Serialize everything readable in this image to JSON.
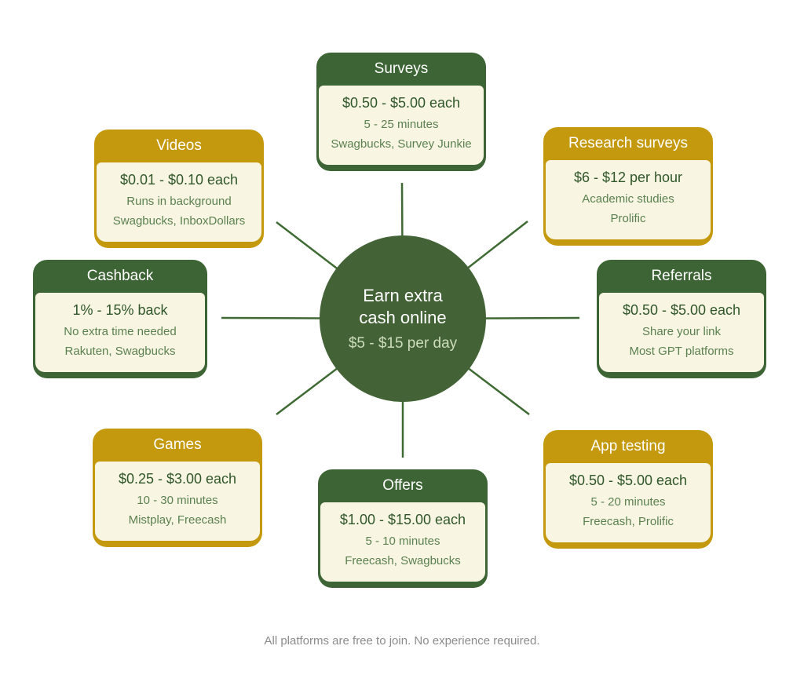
{
  "center": {
    "title_line1": "Earn extra",
    "title_line2": "cash online",
    "subtitle": "$5 - $15 per day"
  },
  "cards": [
    {
      "id": "surveys",
      "title": "Surveys",
      "accent": "green",
      "rate": "$0.50 - $5.00 each",
      "note": "5 - 25 minutes",
      "platforms": "Swagbucks, Survey Junkie"
    },
    {
      "id": "videos",
      "title": "Videos",
      "accent": "gold",
      "rate": "$0.01 - $0.10 each",
      "note": "Runs in background",
      "platforms": "Swagbucks, InboxDollars"
    },
    {
      "id": "research-surveys",
      "title": "Research surveys",
      "accent": "gold",
      "rate": "$6 - $12 per hour",
      "note": "Academic studies",
      "platforms": "Prolific"
    },
    {
      "id": "cashback",
      "title": "Cashback",
      "accent": "green",
      "rate": "1% - 15% back",
      "note": "No extra time needed",
      "platforms": "Rakuten, Swagbucks"
    },
    {
      "id": "referrals",
      "title": "Referrals",
      "accent": "green",
      "rate": "$0.50 - $5.00 each",
      "note": "Share your link",
      "platforms": "Most GPT platforms"
    },
    {
      "id": "games",
      "title": "Games",
      "accent": "gold",
      "rate": "$0.25 - $3.00 each",
      "note": "10 - 30 minutes",
      "platforms": "Mistplay, Freecash"
    },
    {
      "id": "offers",
      "title": "Offers",
      "accent": "green",
      "rate": "$1.00 - $15.00 each",
      "note": "5 - 10 minutes",
      "platforms": "Freecash, Swagbucks"
    },
    {
      "id": "app-testing",
      "title": "App testing",
      "accent": "gold",
      "rate": "$0.50 - $5.00 each",
      "note": "5 - 20 minutes",
      "platforms": "Freecash, Prolific"
    }
  ],
  "footer": {
    "caption": "All platforms are free to join. No experience required."
  },
  "colors": {
    "green_accent": "#3D6434",
    "gold_accent": "#C5990D",
    "card_body_bg": "#F9F5E3",
    "hub_bg": "#436337",
    "spoke_line": "#3F6A33",
    "rate_text": "#30572A",
    "secondary_text": "#5B8150",
    "hub_subtitle_text": "#CDDCBB",
    "caption_text": "#8C8C8C"
  }
}
